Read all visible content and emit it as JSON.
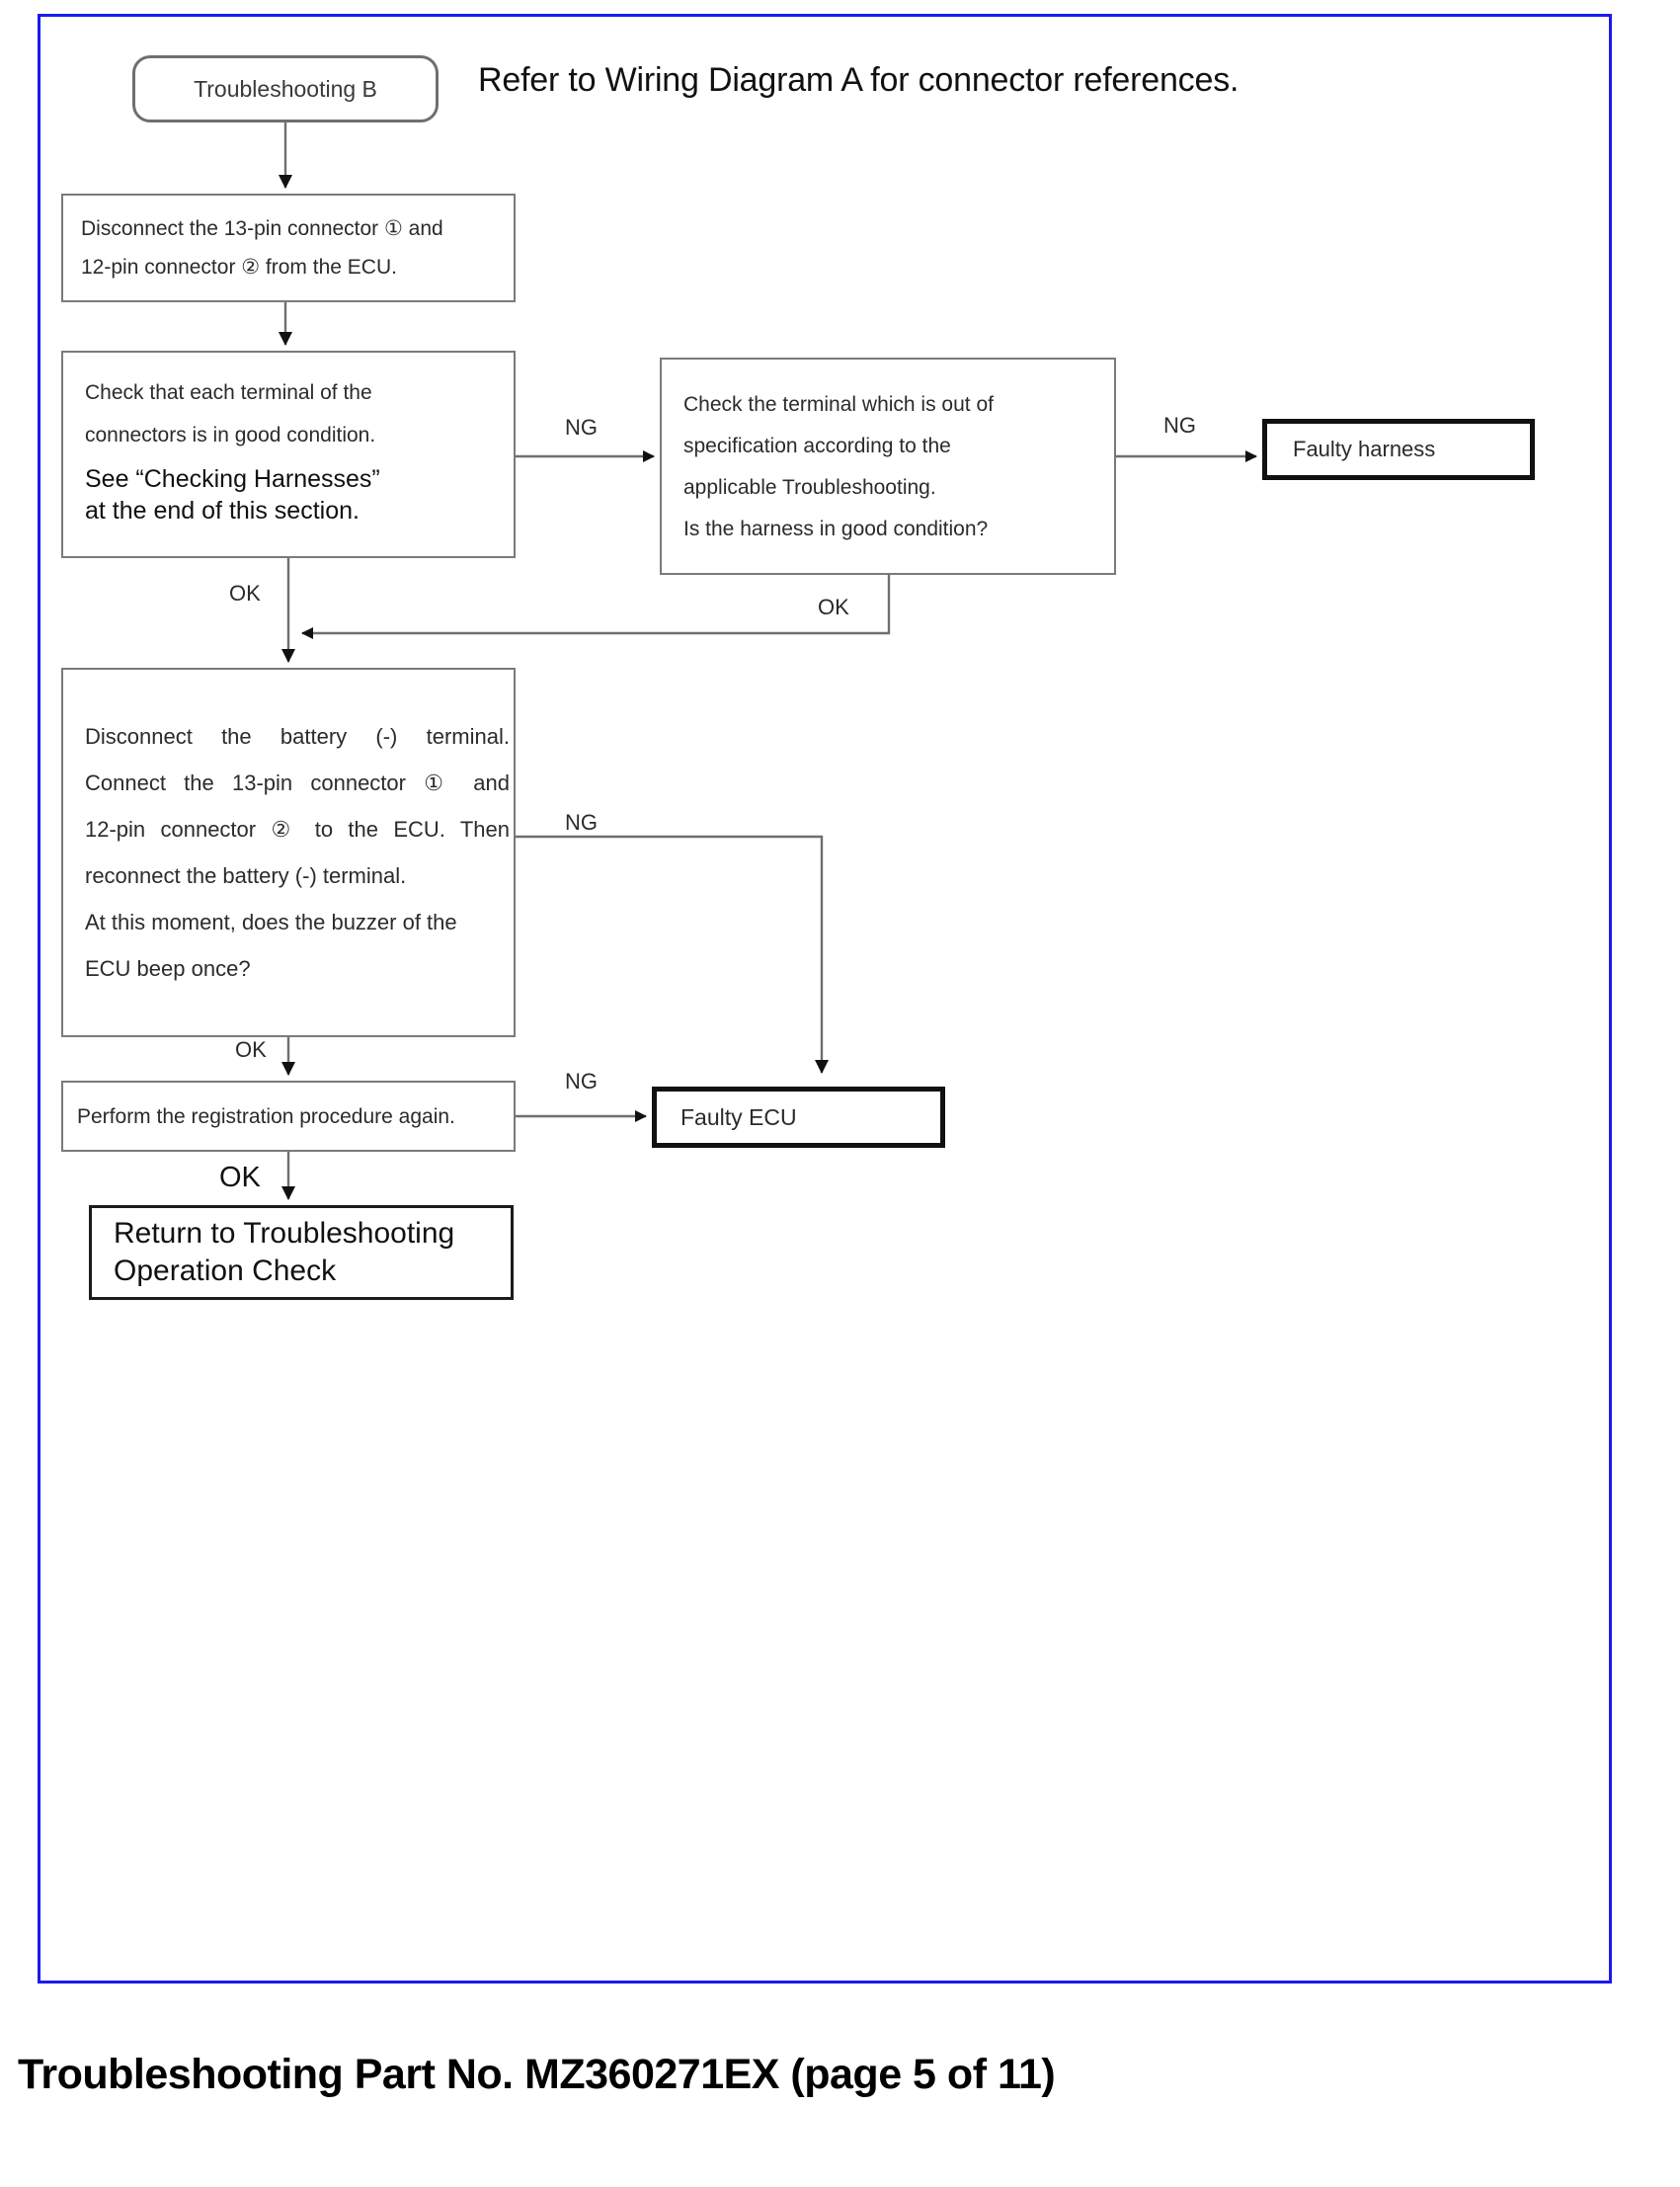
{
  "page": {
    "border_color": "#1a1aee",
    "footer_caption": "Troubleshooting Part No. MZ360271EX (page 5 of 11)"
  },
  "header": {
    "note": "Refer to Wiring Diagram A for connector references."
  },
  "flowchart": {
    "type": "flowchart",
    "nodes": [
      {
        "id": "start",
        "shape": "rounded-terminator",
        "label": "Troubleshooting B"
      },
      {
        "id": "disconnect",
        "shape": "process",
        "lines": [
          "Disconnect the 13-pin connector ① and",
          "12-pin connector ② from the ECU."
        ]
      },
      {
        "id": "check-terminal",
        "shape": "decision-process",
        "lines": [
          "Check that each terminal of the",
          "connectors is in good condition.",
          "See “Checking Harnesses”",
          "at the end of this section."
        ]
      },
      {
        "id": "check-spec",
        "shape": "decision-process",
        "lines": [
          "Check the terminal which is out of",
          "specification according to the",
          "applicable Troubleshooting.",
          "Is the harness in good condition?"
        ]
      },
      {
        "id": "faulty-harness",
        "shape": "terminal-bold",
        "label": "Faulty harness"
      },
      {
        "id": "battery",
        "shape": "decision-process",
        "lines": [
          "Disconnect the battery (-) terminal.",
          "Connect the 13-pin connector ① and",
          "12-pin connector ② to the ECU. Then",
          "reconnect the battery (-) terminal.",
          "At this moment, does the buzzer of the",
          "ECU beep once?"
        ]
      },
      {
        "id": "register",
        "shape": "process",
        "label": "Perform the registration procedure again."
      },
      {
        "id": "faulty-ecu",
        "shape": "terminal-bold",
        "label": "Faulty ECU"
      },
      {
        "id": "return",
        "shape": "terminal",
        "lines": [
          "Return to Troubleshooting",
          "Operation Check"
        ]
      }
    ],
    "edges": [
      {
        "from": "start",
        "to": "disconnect",
        "label": ""
      },
      {
        "from": "disconnect",
        "to": "check-terminal",
        "label": ""
      },
      {
        "from": "check-terminal",
        "to": "check-spec",
        "label": "NG"
      },
      {
        "from": "check-spec",
        "to": "faulty-harness",
        "label": "NG"
      },
      {
        "from": "check-terminal",
        "to": "battery",
        "label": "OK"
      },
      {
        "from": "check-spec",
        "to": "battery",
        "label": "OK"
      },
      {
        "from": "battery",
        "to": "faulty-ecu",
        "label": "NG"
      },
      {
        "from": "battery",
        "to": "register",
        "label": "OK"
      },
      {
        "from": "register",
        "to": "faulty-ecu",
        "label": "NG"
      },
      {
        "from": "register",
        "to": "return",
        "label": "OK"
      }
    ],
    "edge_labels": {
      "ng_1": "NG",
      "ng_2": "NG",
      "ng_3": "NG",
      "ng_4": "NG",
      "ok_1": "OK",
      "ok_2": "OK",
      "ok_3": "OK",
      "ok_4": "OK"
    }
  }
}
